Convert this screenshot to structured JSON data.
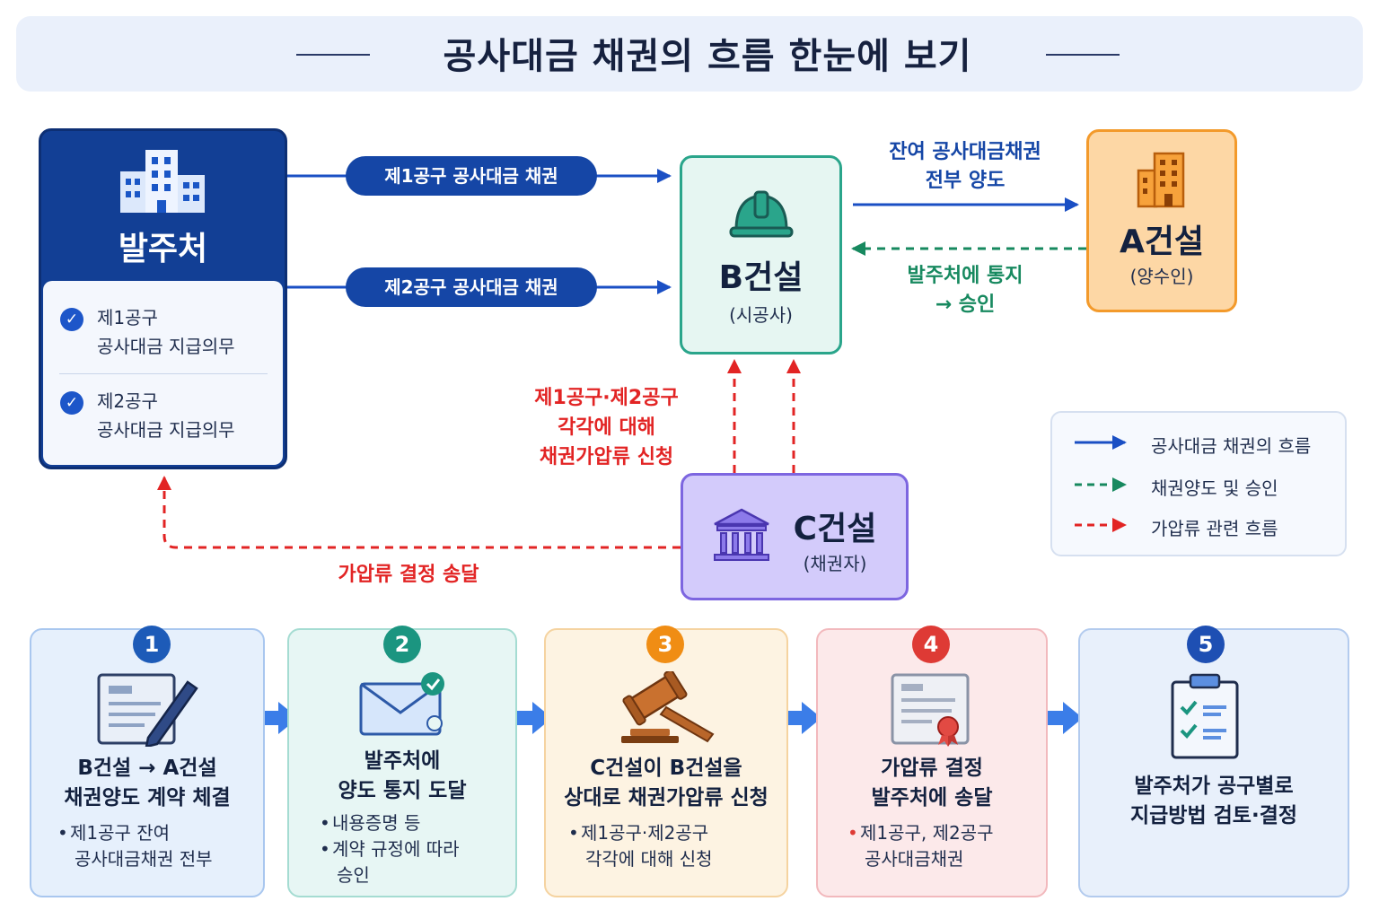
{
  "title": "공사대금 채권의 흐름 한눈에 보기",
  "client": {
    "name": "발주처",
    "duties": [
      {
        "line1": "제1공구",
        "line2": "공사대금 지급의무"
      },
      {
        "line1": "제2공구",
        "line2": "공사대금 지급의무"
      }
    ]
  },
  "claims": {
    "claim1": "제1공구 공사대금 채권",
    "claim2": "제2공구 공사대금 채권"
  },
  "b": {
    "name": "B건설",
    "role": "(시공사)"
  },
  "a": {
    "name": "A건설",
    "role": "(양수인)"
  },
  "c": {
    "name": "C건설",
    "role": "(채권자)"
  },
  "flows": {
    "transfer_line1": "잔여 공사대금채권",
    "transfer_line2": "전부 양도",
    "notice_line1": "발주처에 통지",
    "notice_line2": "→ 승인",
    "seizure_line1": "제1공구·제2공구",
    "seizure_line2": "각각에 대해",
    "seizure_line3": "채권가압류 신청",
    "decision": "가압류 결정 송달"
  },
  "legend": {
    "items": [
      {
        "label": "공사대금 채권의 흐름",
        "color": "#1a4fc4",
        "style": "solid"
      },
      {
        "label": "채권양도 및 승인",
        "color": "#17895f",
        "style": "dashed"
      },
      {
        "label": "가압류 관련 흐름",
        "color": "#e22424",
        "style": "dashed"
      }
    ]
  },
  "steps": [
    {
      "num": "1",
      "color": "#1d5bb8",
      "bg": "#e6f0fc",
      "border": "#a9c7ef",
      "title1": "B건설 → A건설",
      "title2": "채권양도 계약 체결",
      "bullets": [
        {
          "l1": "제1공구 잔여",
          "l2": "공사대금채권 전부"
        }
      ],
      "icon": "contract-pen-icon"
    },
    {
      "num": "2",
      "color": "#1b9580",
      "bg": "#e7f6f4",
      "border": "#a5dcd2",
      "title1": "발주처에",
      "title2": "양도 통지 도달",
      "bullets": [
        {
          "l1": "내용증명 등",
          "l2": ""
        },
        {
          "l1": "계약 규정에 따라",
          "l2": "승인"
        }
      ],
      "icon": "envelope-check-icon"
    },
    {
      "num": "3",
      "color": "#f08d14",
      "bg": "#fdf3e2",
      "border": "#f5d3a0",
      "title1": "C건설이 B건설을",
      "title2": "상대로 채권가압류 신청",
      "bullets": [
        {
          "l1": "제1공구·제2공구",
          "l2": "각각에 대해 신청"
        }
      ],
      "icon": "gavel-icon"
    },
    {
      "num": "4",
      "color": "#de3a35",
      "bg": "#fce9ea",
      "border": "#f2b9bd",
      "title1": "가압류 결정",
      "title2": "발주처에 송달",
      "bullets": [
        {
          "l1": "제1공구, 제2공구",
          "l2": "공사대금채권"
        }
      ],
      "icon": "certificate-seal-icon"
    },
    {
      "num": "5",
      "color": "#1e4fb3",
      "bg": "#e8f0fb",
      "border": "#b3cbee",
      "title1": "발주처가 공구별로",
      "title2": "지급방법 검토·결정",
      "bullets": [],
      "icon": "checklist-clipboard-icon"
    }
  ]
}
